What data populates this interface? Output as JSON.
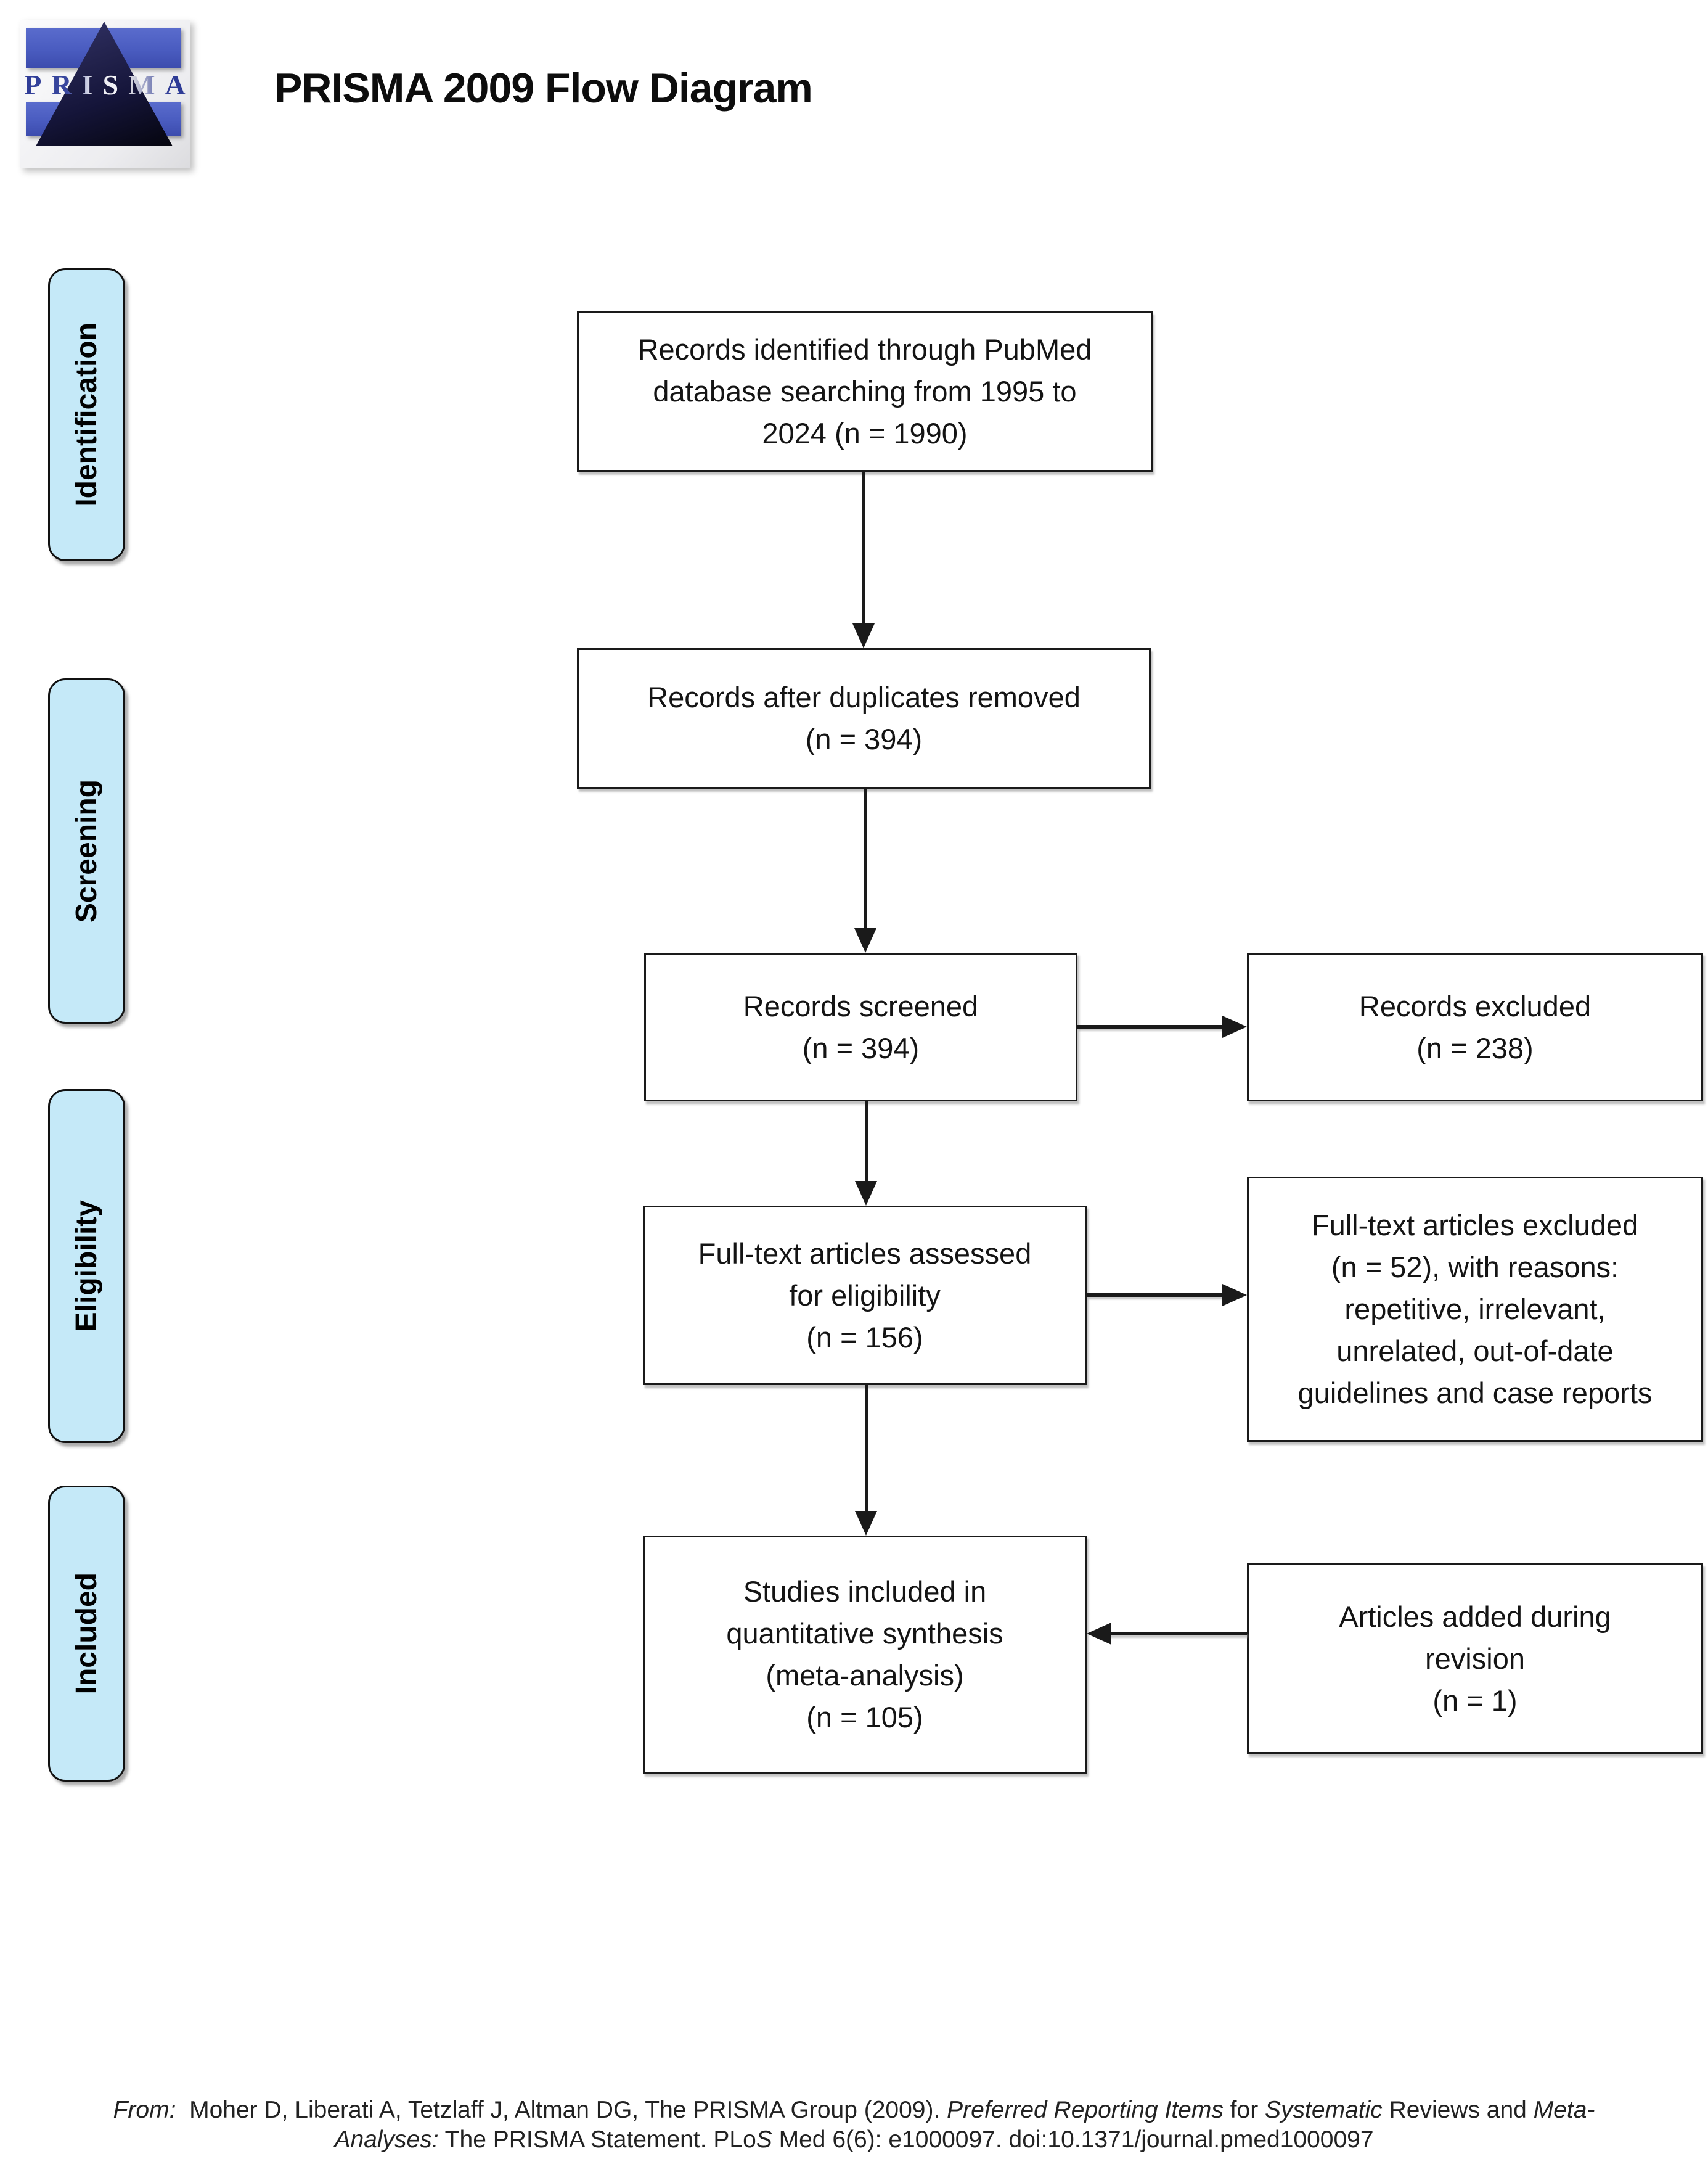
{
  "header": {
    "title": "PRISMA 2009 Flow Diagram"
  },
  "logo": {
    "wordmark": "PRISMA"
  },
  "sidebar": {
    "stages": [
      {
        "label": "Identification"
      },
      {
        "label": "Screening"
      },
      {
        "label": "Eligibility"
      },
      {
        "label": "Included"
      }
    ]
  },
  "flow": {
    "identified": {
      "text": "Records identified through PubMed\ndatabase searching from 1995 to\n2024 (n = 1990)"
    },
    "duplicates_removed": {
      "text": "Records after duplicates removed\n(n = 394)"
    },
    "screened": {
      "text": "Records screened\n(n = 394)"
    },
    "records_excluded": {
      "text": "Records excluded\n(n = 238)"
    },
    "fulltext_assessed": {
      "text": "Full-text articles assessed\nfor eligibility\n(n = 156)"
    },
    "fulltext_excluded": {
      "text": "Full-text articles excluded\n(n = 52), with reasons:\nrepetitive, irrelevant,\nunrelated, out-of-date\nguidelines and case reports"
    },
    "included_synthesis": {
      "text": "Studies included in\nquantitative synthesis\n(meta-analysis)\n(n = 105)"
    },
    "added_revision": {
      "text": "Articles added during\nrevision\n(n = 1)"
    }
  },
  "citation": {
    "line1": [
      {
        "text": "From:",
        "italic": true
      },
      {
        "text": "  Moher D, Liberati A, Tetzlaff J, Altman DG, The PRISMA Group (2009). ",
        "italic": false
      },
      {
        "text": "Preferred Reporting Items",
        "italic": true
      },
      {
        "text": " for ",
        "italic": false
      },
      {
        "text": "Systematic",
        "italic": true
      },
      {
        "text": " Reviews and ",
        "italic": false
      },
      {
        "text": "Meta-",
        "italic": true
      }
    ],
    "line2": [
      {
        "text": "Analyses:",
        "italic": true
      },
      {
        "text": " The PRISMA Statement. PLo",
        "italic": false
      },
      {
        "text": "S",
        "italic": true
      },
      {
        "text": " Med 6(6): e1000097. doi:10.1371/journal.pmed1000097",
        "italic": false
      }
    ]
  },
  "colors": {
    "stage_fill": "#c5e9f8",
    "box_border": "#1a1a1a",
    "arrow": "#1a1a1a",
    "logo_blue": "#4a5cc0",
    "logo_triangle": "#15153a"
  }
}
